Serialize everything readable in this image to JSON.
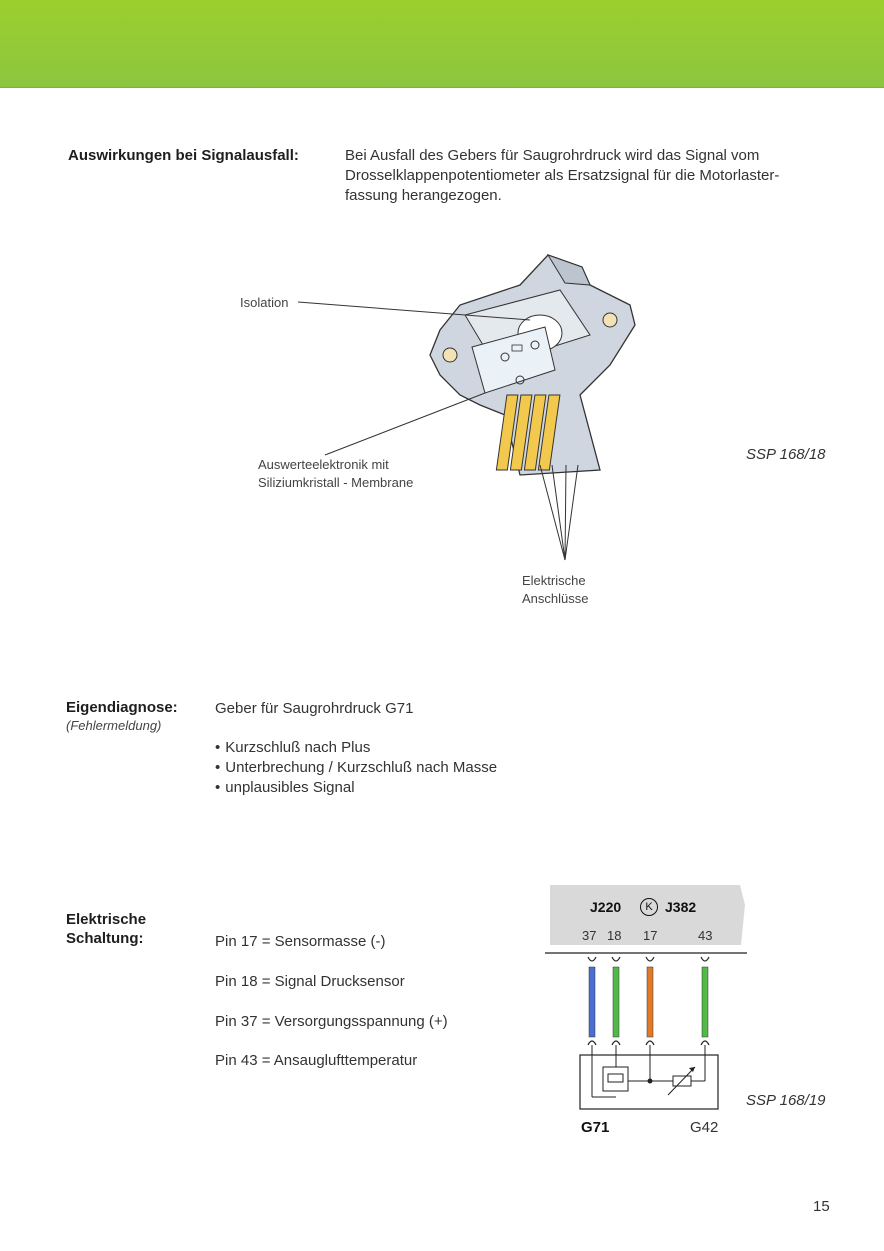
{
  "colors": {
    "header_green": "#8cc63f",
    "connector_yellow": "#f2c94c",
    "wire_blue": "#4a6fd1",
    "wire_green": "#52b948",
    "wire_orange": "#e07a28",
    "terminal_gray": "#d9d9d9"
  },
  "signal_failure": {
    "label": "Auswirkungen bei Signalausfall:",
    "text": "Bei Ausfall des Gebers für Saugrohrdruck wird das Signal vom Drosselklappenpotentiometer als Ersatzsignal für die Motorlaster-fassung herangezogen."
  },
  "figure1": {
    "label_isolation": "Isolation",
    "label_electronics_1": "Auswerteelektronik mit",
    "label_electronics_2": "Siliziumkristall - Membrane",
    "label_connections_1": "Elektrische",
    "label_connections_2": "Anschlüsse",
    "ssp": "SSP 168/18"
  },
  "self_diagnosis": {
    "label": "Eigendiagnose:",
    "sublabel": "(Fehlermeldung)",
    "sensor": "Geber für Saugrohrdruck G71",
    "faults": [
      "Kurzschluß nach Plus",
      "Unterbrechung / Kurzschluß nach Masse",
      "unplausibles Signal"
    ]
  },
  "circuit": {
    "label_1": "Elektrische",
    "label_2": "Schaltung:",
    "pins": [
      "Pin 17 = Sensormasse (-)",
      "Pin 18 = Signal Drucksensor",
      "Pin 37 = Versorgungsspannung (+)",
      "Pin 43 = Ansauglufttemperatur"
    ],
    "diagram": {
      "ecu_left": "J220",
      "ecu_symbol": "K",
      "ecu_right": "J382",
      "pin_labels": [
        "37",
        "18",
        "17",
        "43"
      ],
      "component_left": "G71",
      "component_right": "G42"
    },
    "ssp": "SSP 168/19"
  },
  "page_number": "15"
}
